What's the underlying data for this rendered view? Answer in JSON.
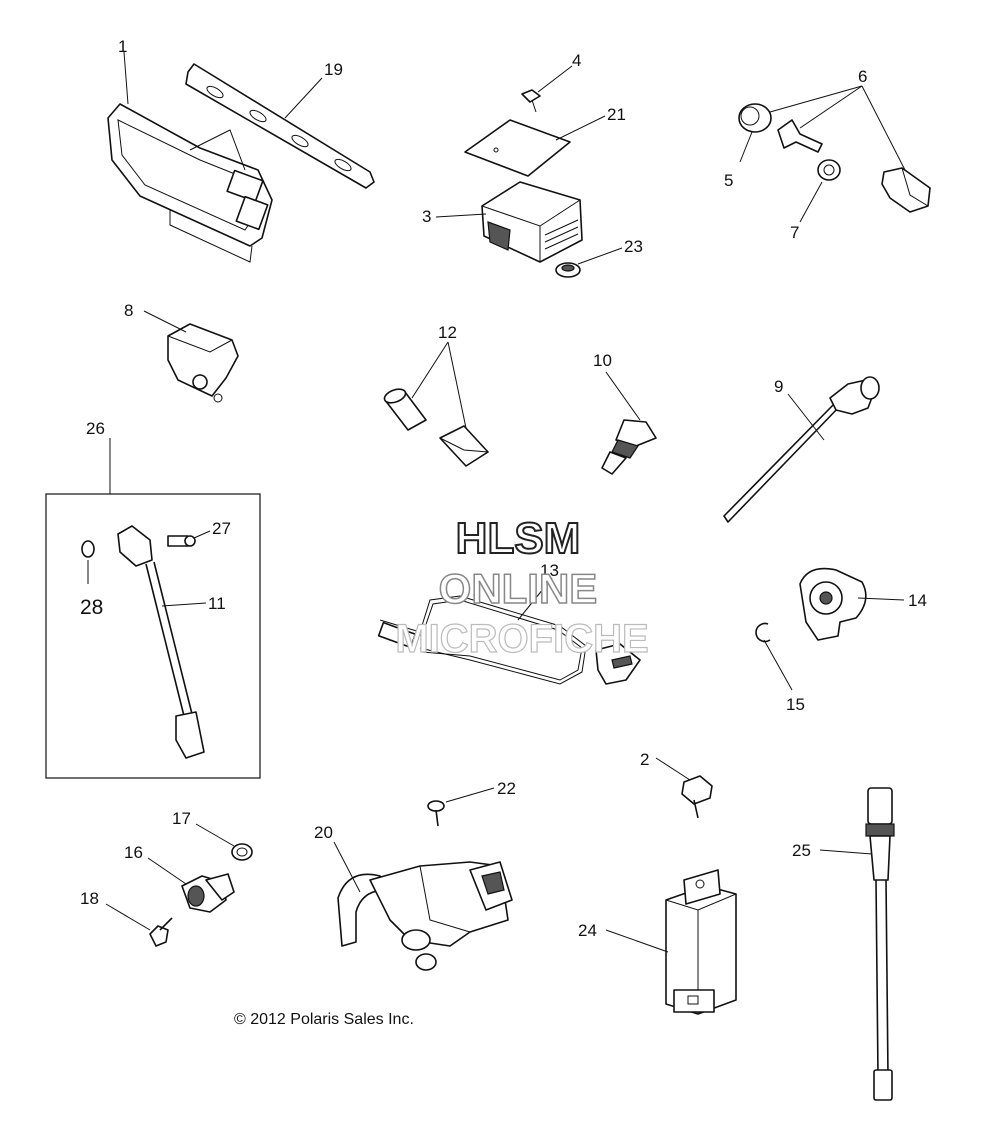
{
  "watermark": {
    "line1": "HLSM",
    "line2": "ONLINE",
    "line3": "MICROFICHE"
  },
  "copyright": "© 2012 Polaris Sales Inc.",
  "callouts": {
    "c1": "1",
    "c2": "2",
    "c3": "3",
    "c4": "4",
    "c5": "5",
    "c6": "6",
    "c7": "7",
    "c8": "8",
    "c9": "9",
    "c10": "10",
    "c11": "11",
    "c12": "12",
    "c13": "13",
    "c14": "14",
    "c15": "15",
    "c16": "16",
    "c17": "17",
    "c18": "18",
    "c19": "19",
    "c20": "20",
    "c21": "21",
    "c22": "22",
    "c23": "23",
    "c24": "24",
    "c25": "25",
    "c26": "26",
    "c27": "27",
    "c28": "28"
  }
}
